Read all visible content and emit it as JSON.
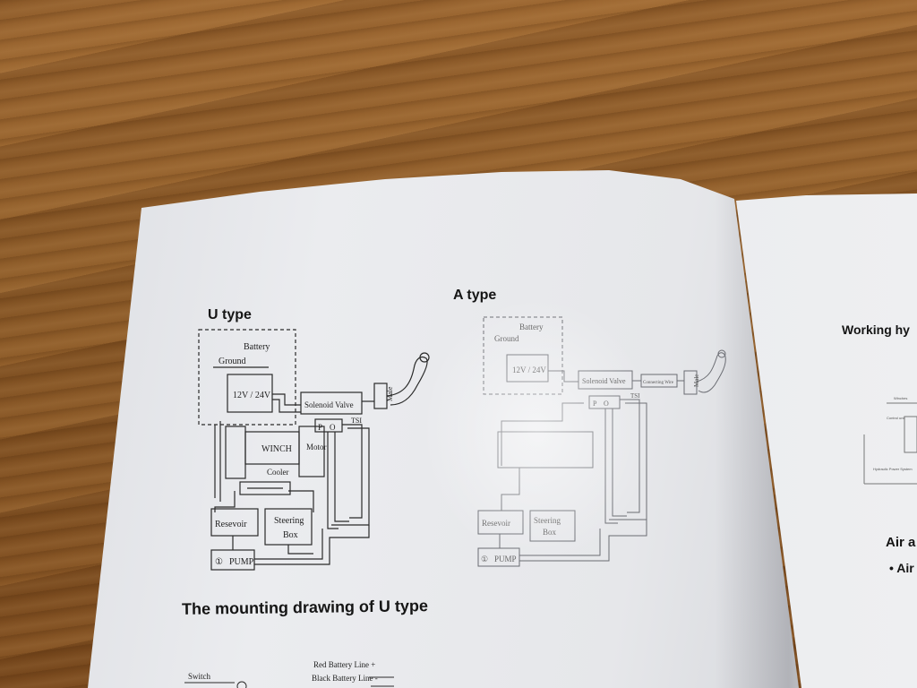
{
  "left_page": {
    "u_type_heading": "U type",
    "a_type_heading": "A type",
    "mounting_heading": "The mounting drawing of U type",
    "u_diagram": {
      "battery": "Battery",
      "ground": "Ground",
      "voltage": "12V / 24V",
      "solenoid": "Solenoid Valve",
      "male": "Male",
      "winch": "WINCH",
      "motor": "Motor",
      "cooler": "Cooler",
      "reservoir": "Resevoir",
      "steering": "Steering",
      "box": "Box",
      "pump": "PUMP",
      "pump_num": "①",
      "p": "P",
      "o": "O",
      "tsi": "TSI"
    },
    "a_diagram": {
      "battery": "Battery",
      "ground": "Ground",
      "voltage": "12V / 24V",
      "solenoid": "Solenoid Valve",
      "connecting": "Connecting Wire",
      "male": "Male",
      "reservoir": "Resevoir",
      "steering": "Steering",
      "box": "Box",
      "pump": "PUMP",
      "pump_num": "①",
      "p": "P",
      "o": "O",
      "tsi": "TSI"
    },
    "mount_labels": {
      "switch": "Switch",
      "red_line": "Red Battery Line +",
      "black_line": "Black Battery Line -"
    }
  },
  "right_page": {
    "working_heading": "Working hy",
    "air_heading": "Air a",
    "air_bullet": "• Air",
    "mini_labels": [
      "Winches",
      "Control unit",
      "Hydraulic Power System"
    ]
  }
}
